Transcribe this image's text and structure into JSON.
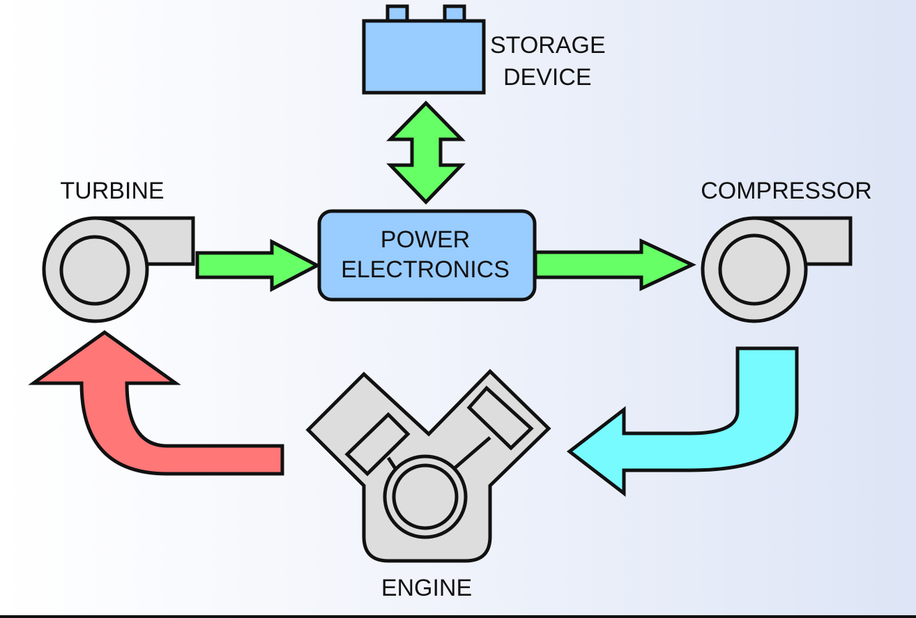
{
  "labels": {
    "storage_line1": "STORAGE",
    "storage_line2": "DEVICE",
    "turbine": "TURBINE",
    "compressor": "COMPRESSOR",
    "power_line1": "POWER",
    "power_line2": "ELECTRONICS",
    "engine": "ENGINE"
  },
  "colors": {
    "storage_fill": "#99ccff",
    "power_fill": "#99ccff",
    "electric_arrow": "#66ff66",
    "exhaust_arrow": "#ff7777",
    "intake_arrow": "#77fbff",
    "machine_fill": "#dddddd",
    "outline": "#111111"
  },
  "edges": [
    {
      "from": "TURBINE",
      "to": "POWER ELECTRONICS",
      "style": "green-arrow"
    },
    {
      "from": "POWER ELECTRONICS",
      "to": "COMPRESSOR",
      "style": "green-arrow"
    },
    {
      "from": "POWER ELECTRONICS",
      "to": "STORAGE DEVICE",
      "style": "green-double-arrow"
    },
    {
      "from": "COMPRESSOR",
      "to": "ENGINE",
      "style": "cyan-curved-arrow"
    },
    {
      "from": "ENGINE",
      "to": "TURBINE",
      "style": "red-curved-arrow"
    }
  ]
}
